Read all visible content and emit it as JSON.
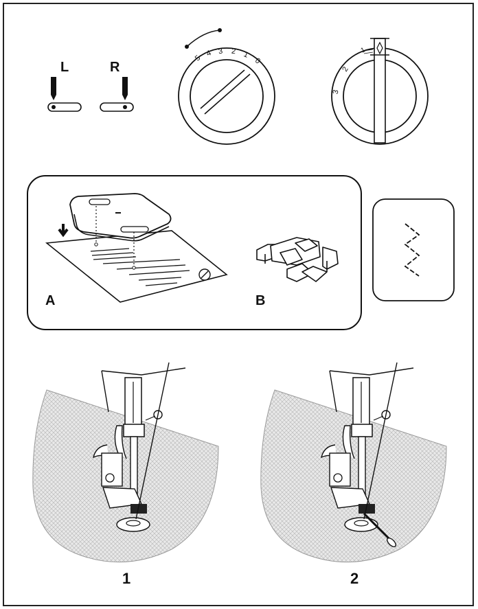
{
  "needle_position": {
    "left_label": "L",
    "right_label": "R"
  },
  "stitch_length_dial": {
    "marks": [
      "5",
      "4",
      "3",
      "2",
      "1",
      "0"
    ]
  },
  "stitch_width_dial": {
    "marks": [
      "3",
      "2",
      "1"
    ]
  },
  "panel": {
    "label_a": "A",
    "label_b": "B"
  },
  "figures": {
    "label_1": "1",
    "label_2": "2"
  }
}
